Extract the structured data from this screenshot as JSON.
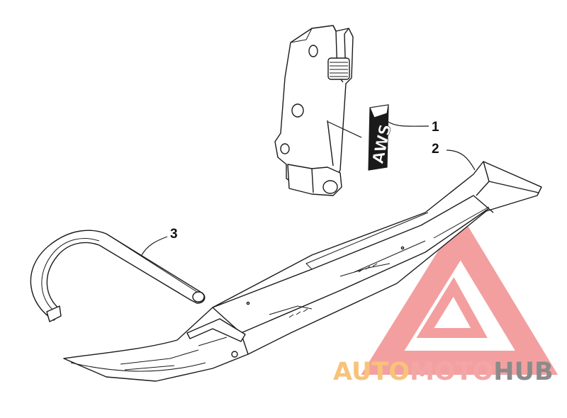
{
  "callouts": [
    "1",
    "2",
    "3"
  ],
  "decal": {
    "text": "AWS"
  },
  "watermark": {
    "part1": "AUTO",
    "part2": "MOTO",
    "part3": "HUB"
  },
  "colors": {
    "line": "#1a1a1a",
    "logo_red": "#ee5a5a",
    "logo_orange": "#f7c37a",
    "logo_pink": "#f4a6a6",
    "logo_gray": "#8b8b8b"
  }
}
